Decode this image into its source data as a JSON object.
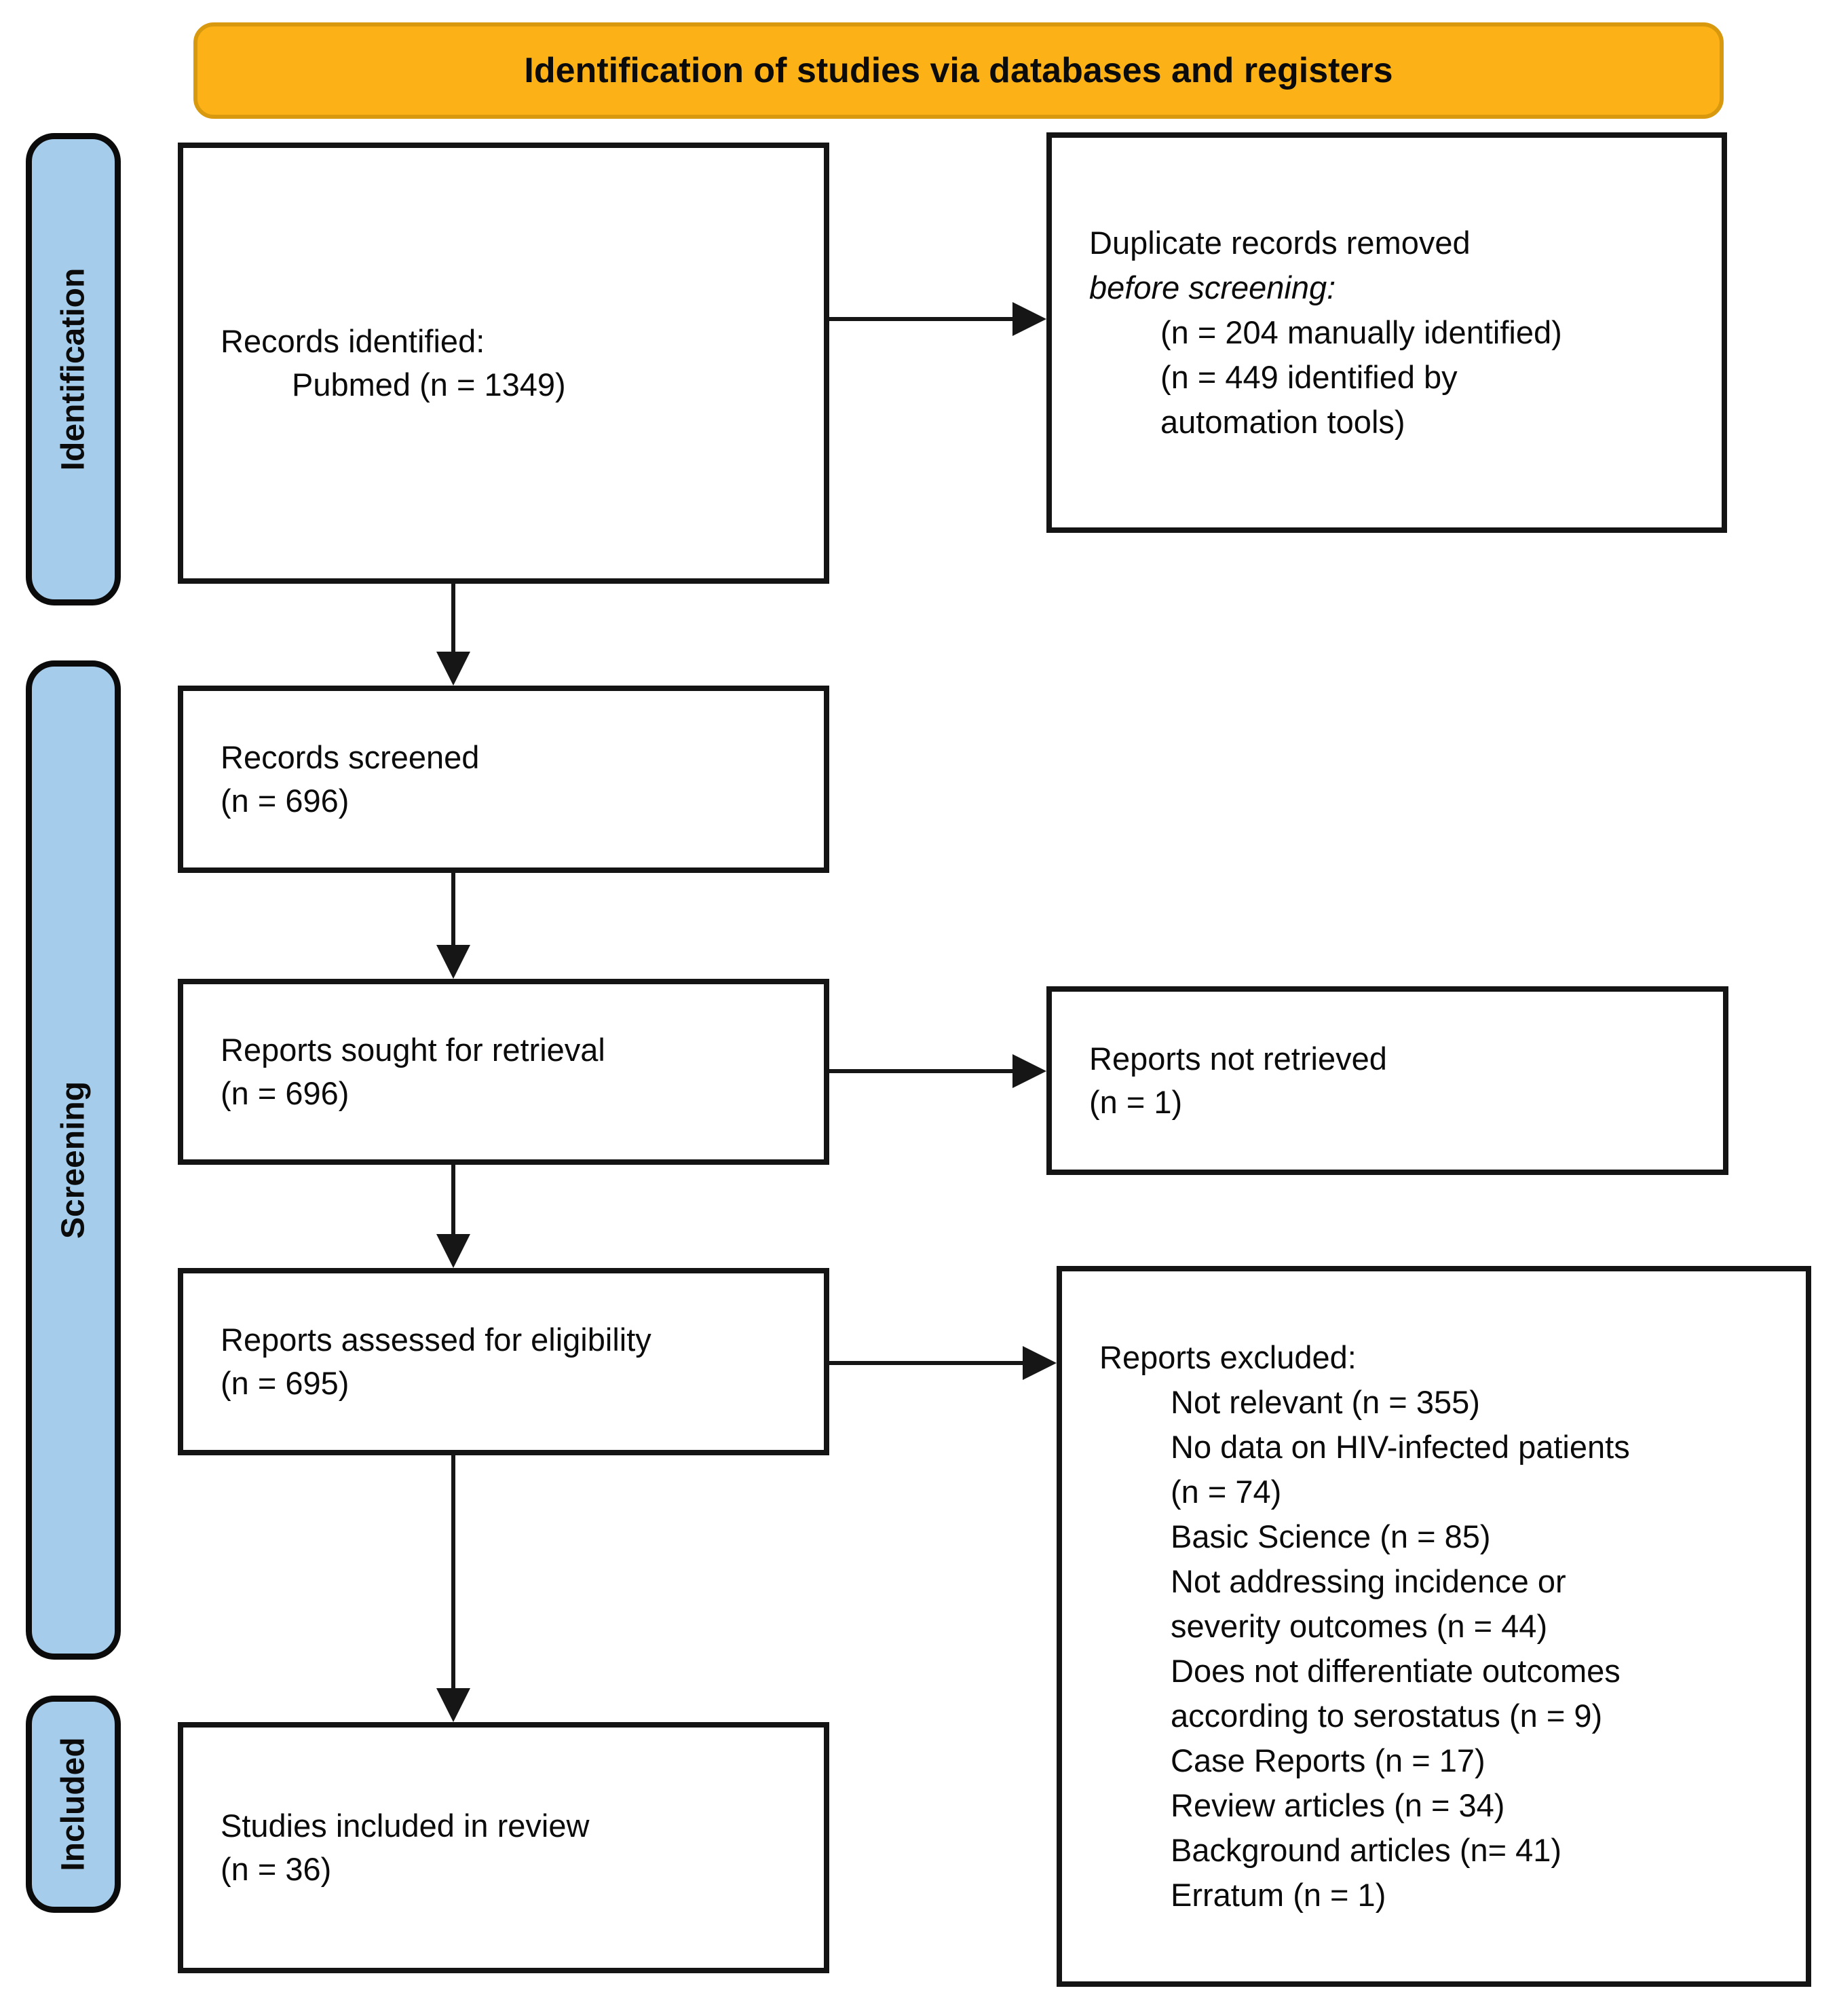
{
  "banner": {
    "title": "Identification of studies via databases and registers"
  },
  "sidebar": {
    "identification": "Identification",
    "screening": "Screening",
    "included": "Included"
  },
  "flow": {
    "records_identified": {
      "line1": "Records identified:",
      "line2": "Pubmed (n = 1349)"
    },
    "records_screened": {
      "line1": "Records screened",
      "line2": "(n = 696)"
    },
    "reports_sought": {
      "line1": "Reports sought for retrieval",
      "line2": "(n = 696)"
    },
    "reports_assessed": {
      "line1": "Reports assessed for eligibility",
      "line2": "(n = 695)"
    },
    "studies_included": {
      "line1": "Studies included in review",
      "line2": "(n = 36)"
    }
  },
  "right_column": {
    "duplicates_removed": {
      "line1": "Duplicate records removed",
      "line2": "before screening:",
      "line3": "(n = 204 manually identified)",
      "line4": "(n = 449 identified by",
      "line5": "automation tools)"
    },
    "reports_not_retrieved": {
      "line1": "Reports not retrieved",
      "line2": "(n = 1)"
    },
    "reports_excluded": {
      "title": "Reports excluded:",
      "items": [
        "Not relevant (n = 355)",
        "No data on HIV-infected patients",
        "(n = 74)",
        "Basic Science (n = 85)",
        "Not addressing incidence or",
        "severity outcomes (n = 44)",
        "Does not differentiate outcomes",
        "according to serostatus (n = 9)",
        "Case Reports (n = 17)",
        "Review articles (n = 34)",
        "Background articles (n= 41)",
        "Erratum (n = 1)"
      ]
    }
  },
  "colors": {
    "banner_bg": "#FCB216",
    "banner_border": "#D9990F",
    "sidebar_bg": "#A5CCEA",
    "line": "#161616"
  }
}
